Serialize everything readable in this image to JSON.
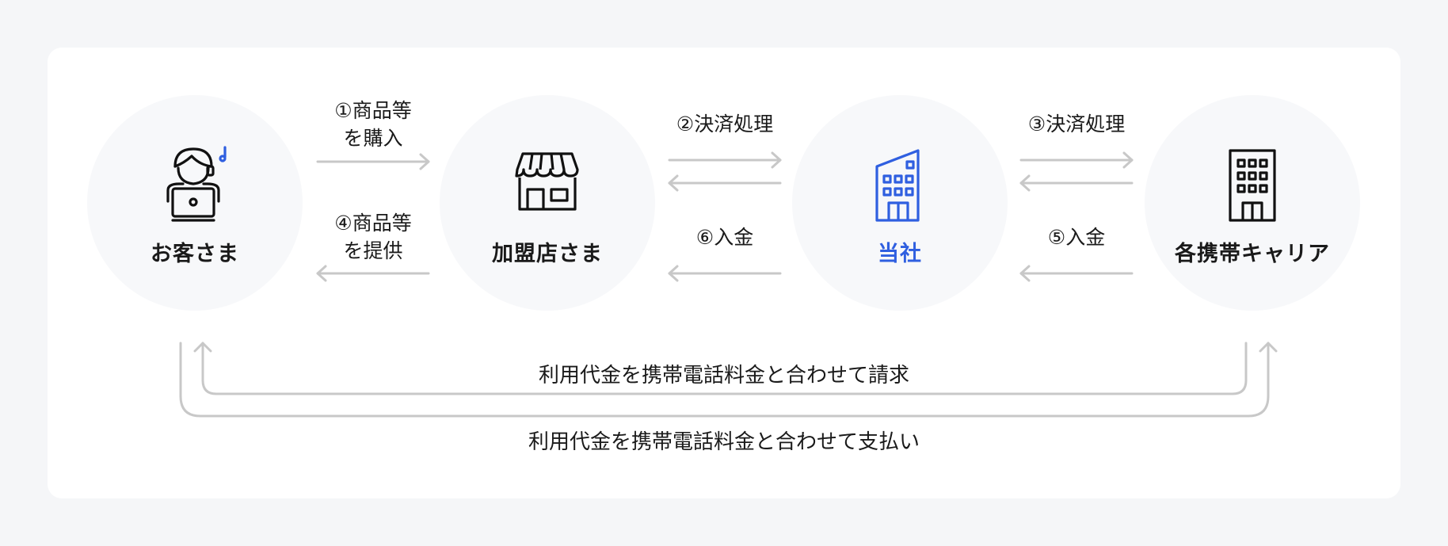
{
  "nodes": {
    "customer": {
      "label": "お客さま",
      "icon": "customer-laptop-headset-icon"
    },
    "merchant": {
      "label": "加盟店さま",
      "icon": "storefront-icon"
    },
    "company": {
      "label": "当社",
      "icon": "office-building-icon",
      "color": "#2f5fe0"
    },
    "carrier": {
      "label": "各携帯キャリア",
      "icon": "building-icon"
    }
  },
  "steps": {
    "s1": {
      "line1": "①商品等",
      "line2": "を購入"
    },
    "s2": "②決済処理",
    "s3": "③決済処理",
    "s4": {
      "line1": "④商品等",
      "line2": "を提供"
    },
    "s5": "⑤入金",
    "s6": "⑥入金"
  },
  "flows": {
    "billing": "利用代金を携帯電話料金と合わせて請求",
    "payment": "利用代金を携帯電話料金と合わせて支払い"
  },
  "colors": {
    "accent": "#2f5fe0",
    "arrow": "#c8c8c8",
    "circle": "#f7f8fa",
    "background": "#f5f6f8"
  }
}
